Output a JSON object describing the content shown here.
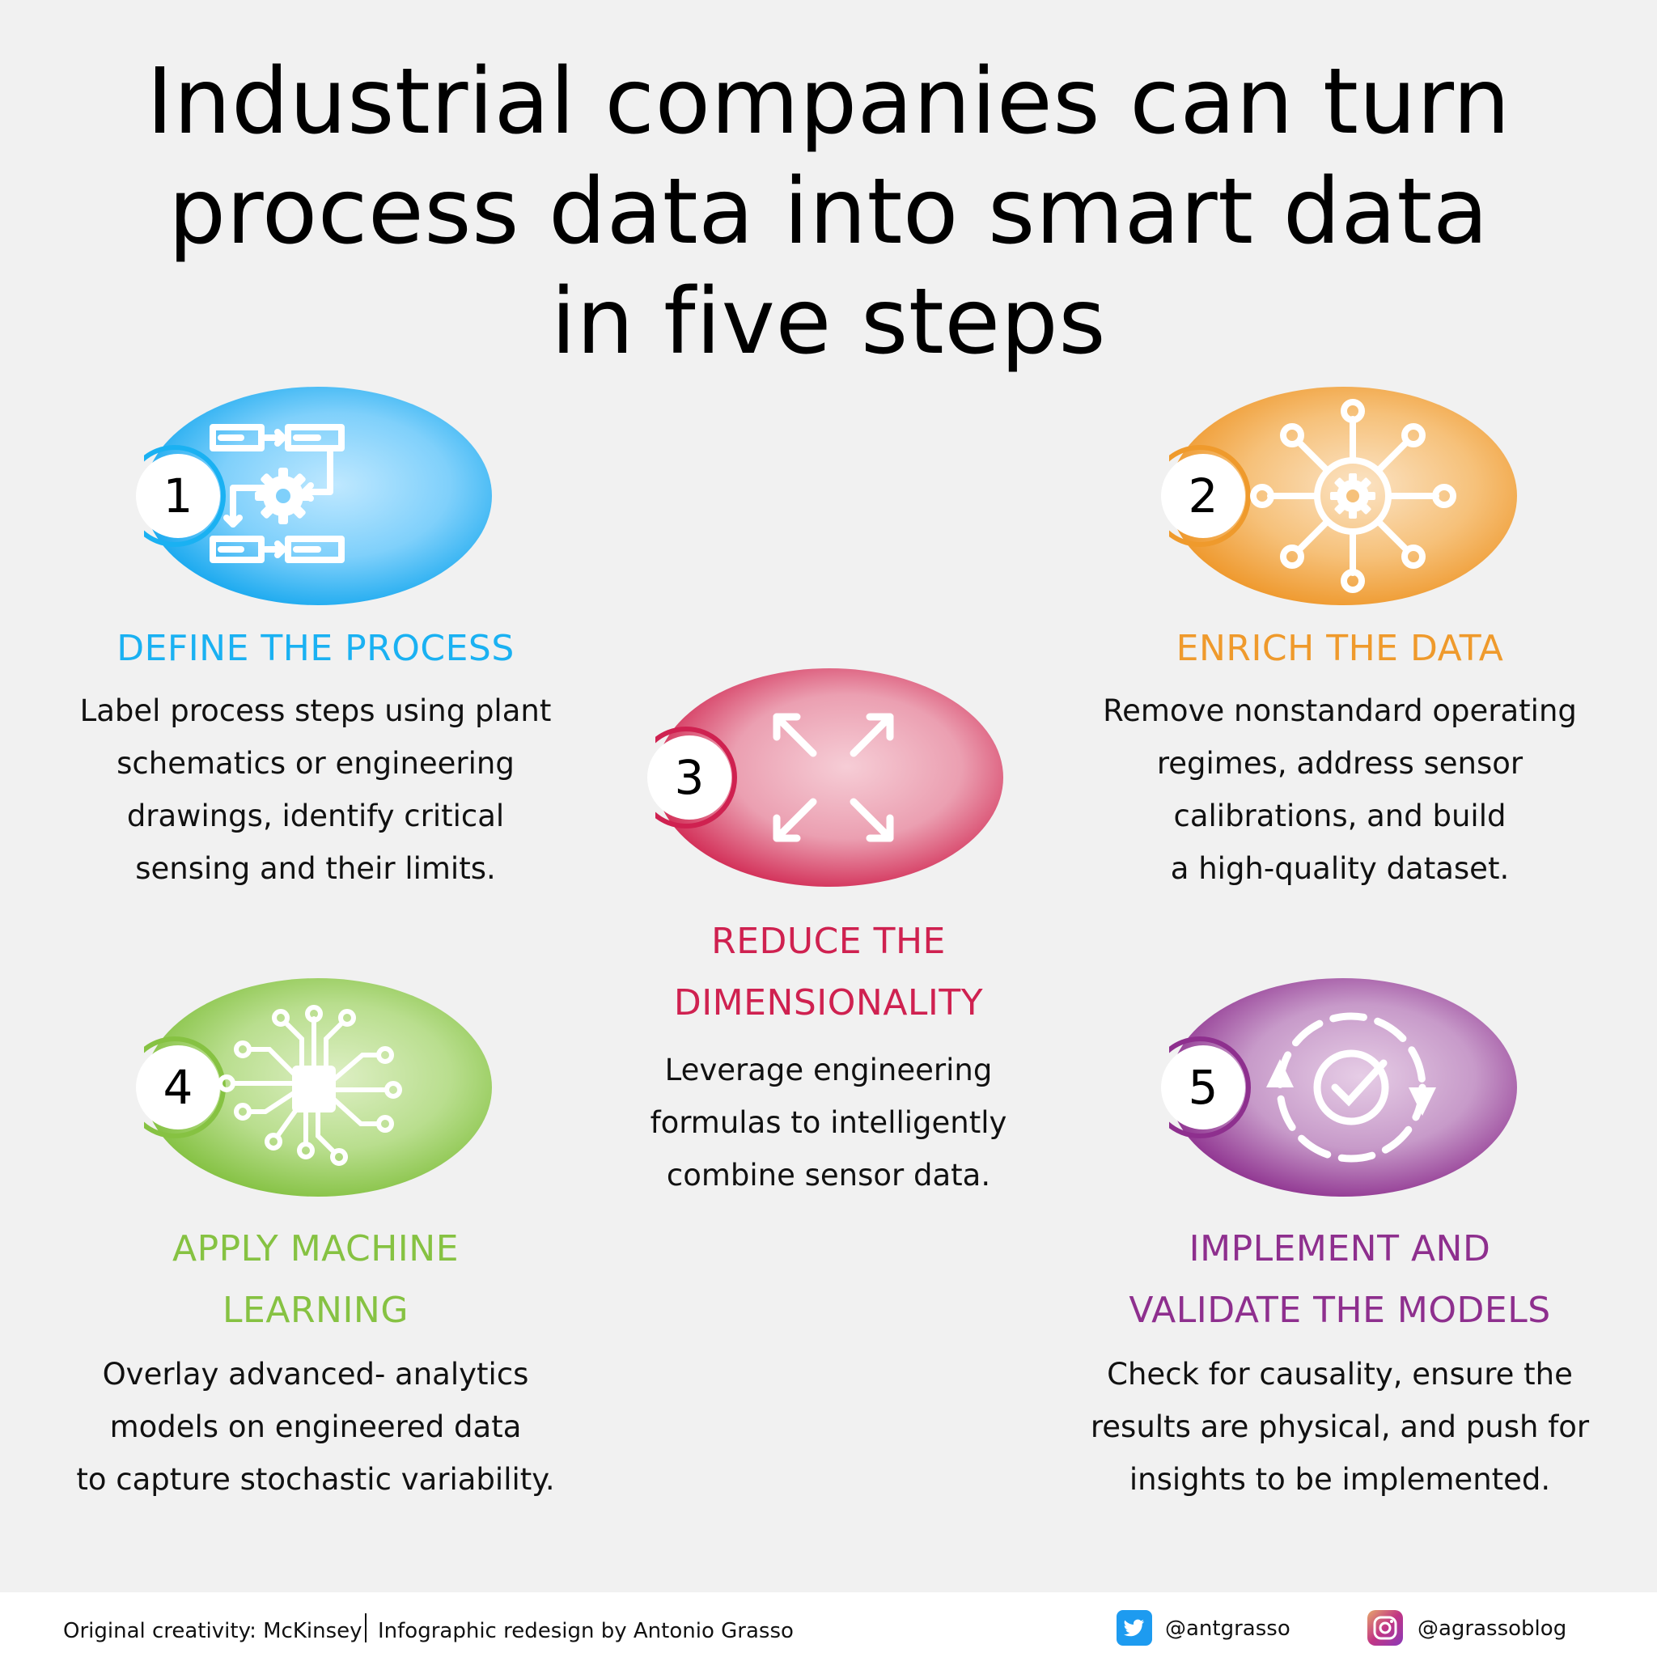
{
  "title": "Industrial companies can turn process data into smart data in five steps",
  "colors": {
    "step1": "#1ab1f2",
    "step2": "#ef9a2c",
    "step3": "#cf2150",
    "step4": "#86c242",
    "step5": "#8e2f8e"
  },
  "steps": [
    {
      "number": "1",
      "title_lines": [
        "DEFINE THE PROCESS"
      ],
      "desc_lines": [
        "Label process steps using plant",
        "schematics or engineering",
        "drawings, identify critical",
        "sensing and their limits."
      ],
      "icon": "process-flow-gear-icon"
    },
    {
      "number": "2",
      "title_lines": [
        "ENRICH THE DATA"
      ],
      "desc_lines": [
        "Remove nonstandard operating",
        "regimes, address sensor",
        "calibrations, and build",
        "a high-quality dataset."
      ],
      "icon": "gear-network-icon"
    },
    {
      "number": "3",
      "title_lines": [
        "REDUCE THE",
        "DIMENSIONALITY"
      ],
      "desc_lines": [
        "Leverage engineering",
        "formulas to intelligently",
        "combine sensor data."
      ],
      "icon": "expand-arrows-icon"
    },
    {
      "number": "4",
      "title_lines": [
        "APPLY MACHINE",
        "LEARNING"
      ],
      "desc_lines": [
        "Overlay advanced- analytics",
        "models on engineered data",
        "to capture stochastic variability."
      ],
      "icon": "chip-circuit-icon"
    },
    {
      "number": "5",
      "title_lines": [
        "IMPLEMENT AND",
        "VALIDATE THE MODELS"
      ],
      "desc_lines": [
        "Check for causality, ensure the",
        "results are physical, and push for",
        "insights to be implemented."
      ],
      "icon": "refresh-check-icon"
    }
  ],
  "footer": {
    "credit_left": "Original creativity: McKinsey",
    "credit_right": "Infographic redesign by Antonio Grasso",
    "twitter": "@antgrasso",
    "instagram": "@agrassoblog",
    "twitter_icon": "twitter-bird-icon",
    "instagram_icon": "instagram-camera-icon"
  }
}
